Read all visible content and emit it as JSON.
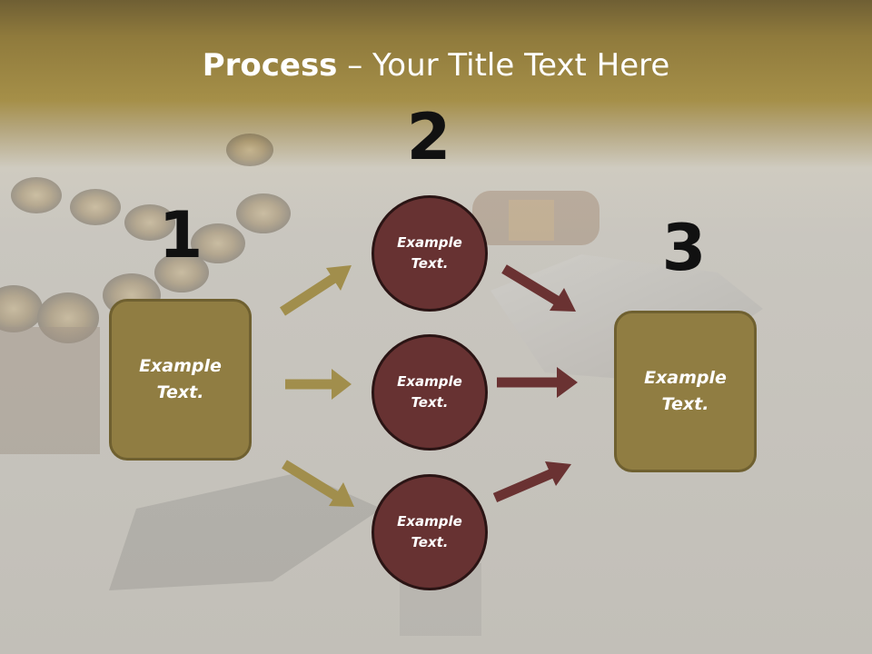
{
  "slide": {
    "title_bold": "Process",
    "title_rest": " – Your Title Text Here"
  },
  "steps": {
    "n1": "1",
    "n2": "2",
    "n3": "3"
  },
  "left_box": {
    "label": "Example\nText."
  },
  "right_box": {
    "label": "Example\nText."
  },
  "circles": [
    {
      "label": "Example\nText."
    },
    {
      "label": "Example\nText."
    },
    {
      "label": "Example\nText."
    }
  ],
  "colors": {
    "gold_box": "#907d42",
    "gold_arrow": "#a18e4c",
    "maroon_circle": "#673232",
    "maroon_arrow": "#6a3232"
  }
}
